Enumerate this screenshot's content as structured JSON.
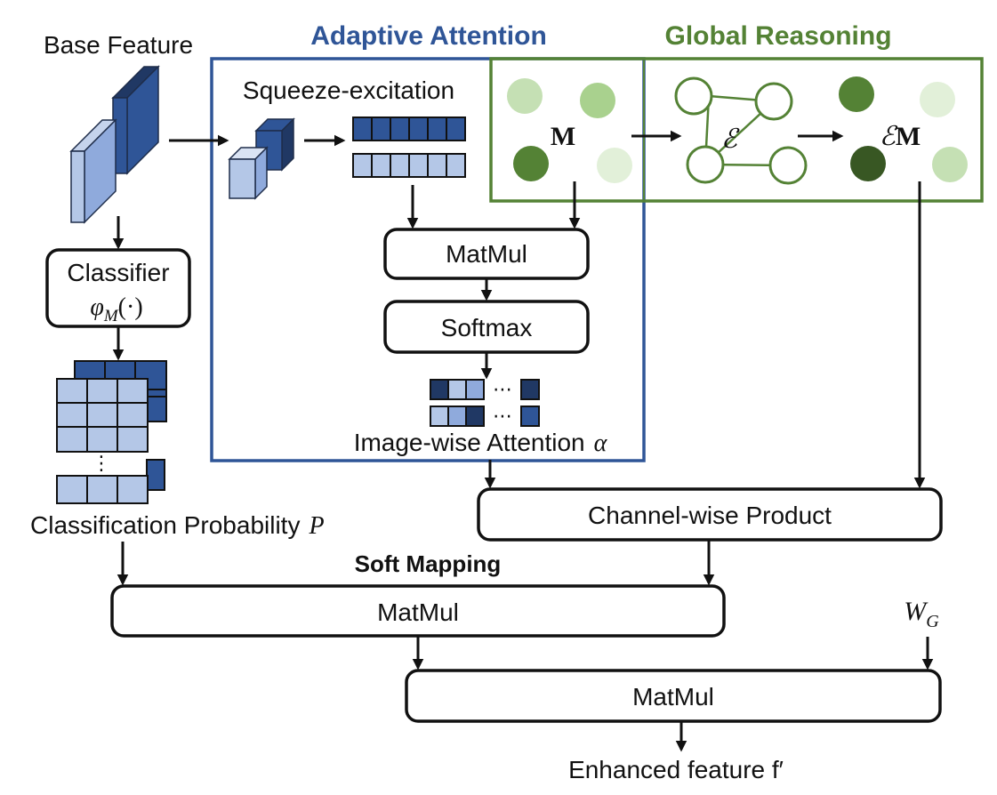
{
  "base_feature_label": "Base Feature",
  "adaptive_attention_title": "Adaptive Attention",
  "global_reasoning_title": "Global Reasoning",
  "squeeze_excitation_label": "Squeeze-excitation",
  "memory_symbol": "M",
  "graph_symbol": "ℰ",
  "graph_memory_prefix": "ℰ",
  "graph_memory_symbol": "M",
  "classifier_label": "Classifier",
  "classifier_fn_base": "φ",
  "classifier_fn_sub": "M",
  "classifier_fn_args": "(·)",
  "matmul_1_label": "MatMul",
  "softmax_label": "Softmax",
  "ellipsis": "⋯",
  "vertical_ellipsis": "⋮",
  "image_wise_attention_label": "Image-wise Attention",
  "alpha_symbol": "α",
  "classification_probability_label": "Classification Probability",
  "p_symbol": "P",
  "channel_wise_product_label": "Channel-wise Product",
  "soft_mapping_label": "Soft Mapping",
  "matmul_2_label": "MatMul",
  "wg_base": "W",
  "wg_sub": "G",
  "matmul_3_label": "MatMul",
  "enhanced_feature_label": "Enhanced feature f′",
  "colors": {
    "adaptive_attention": "#2f5597",
    "global_reasoning": "#548235",
    "dark_blue": "#203864",
    "mid_blue": "#2f5597",
    "light_blue": "#b4c7e7",
    "green_dark": "#385723",
    "green_mid": "#548235",
    "green_light": "#a9d18e",
    "green_pale": "#e2f0d9"
  }
}
